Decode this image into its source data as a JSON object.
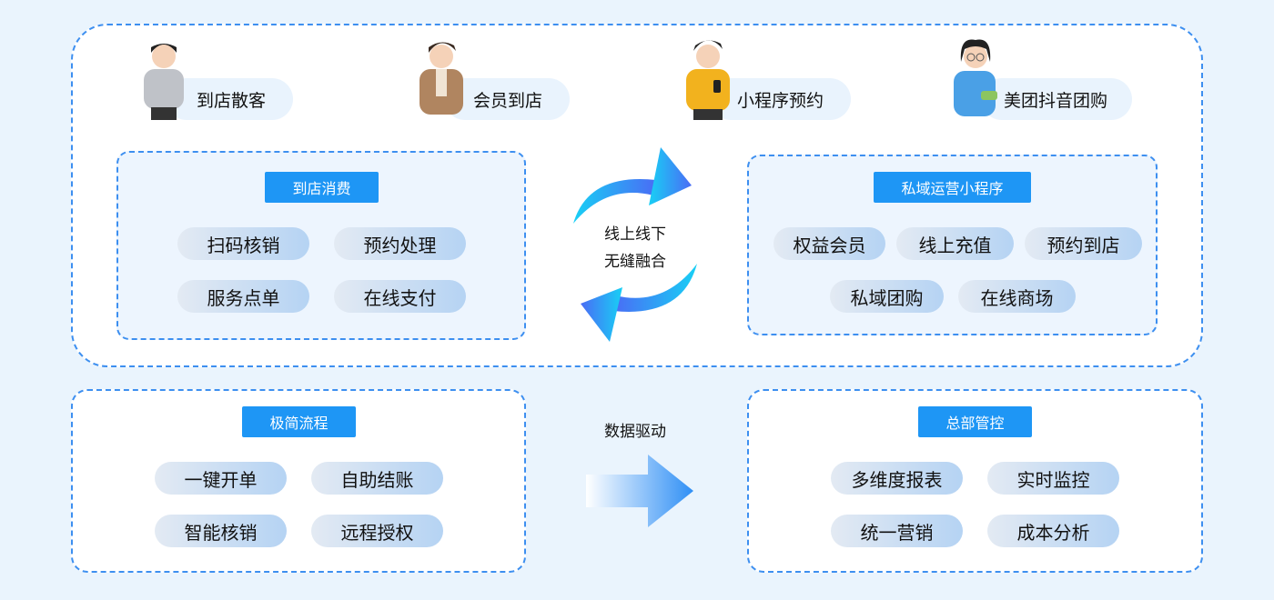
{
  "personas": [
    {
      "label": "到店散客",
      "color": "#b9bcc2"
    },
    {
      "label": "会员到店",
      "color": "#b08560"
    },
    {
      "label": "小程序预约",
      "color": "#f2b21e"
    },
    {
      "label": "美团抖音团购",
      "color": "#4aa0e6"
    }
  ],
  "in_store": {
    "title": "到店消费",
    "items": [
      "扫码核销",
      "预约处理",
      "服务点单",
      "在线支付"
    ]
  },
  "center": {
    "line1": "线上线下",
    "line2": "无缝融合",
    "data_label": "数据驱动"
  },
  "private": {
    "title": "私域运营小程序",
    "items": [
      "权益会员",
      "线上充值",
      "预约到店",
      "私域团购",
      "在线商场"
    ]
  },
  "simple": {
    "title": "极简流程",
    "items": [
      "一键开单",
      "自助结账",
      "智能核销",
      "远程授权"
    ]
  },
  "hq": {
    "title": "总部管控",
    "items": [
      "多维度报表",
      "实时监控",
      "统一营销",
      "成本分析"
    ]
  },
  "colors": {
    "accent": "#1e96f5",
    "border": "#3d8ff0",
    "bg": "#eaf4fd"
  }
}
